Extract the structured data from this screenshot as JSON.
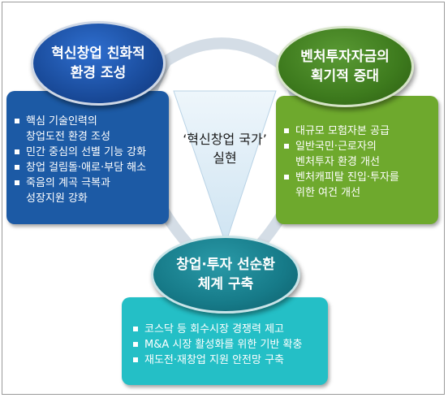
{
  "center": {
    "text": "‘혁신창업 국가’\n실현"
  },
  "nodes": {
    "left": {
      "title": "혁신창업 친화적\n환경 조성",
      "items": [
        "핵심 기술인력의\n창업도전 환경 조성",
        "민간 중심의 선별 기능 강화",
        "창업 걸림돌·애로·부담 해소",
        "죽음의 계곡 극복과\n성장지원 강화"
      ]
    },
    "right": {
      "title": "벤처투자자금의\n획기적 증대",
      "items": [
        "대규모 모험자본 공급",
        "일반국민·근로자의\n벤처투자 환경 개선",
        "벤처캐피탈 진입·투자를\n위한 여건 개선"
      ]
    },
    "bottom": {
      "title": "창업·투자 선순환\n체계 구축",
      "items": [
        "코스닥 등 회수시장 경쟁력 제고",
        "M&A 시장 활성화를 위한 기반 확충",
        "재도전·재창업 지원 안전망 구축"
      ]
    }
  },
  "colors": {
    "left_box": "#1c5aa5",
    "right_box": "#6ea92d",
    "bottom_box": "#24bfc6",
    "left_circle": "#1a4c9c",
    "right_circle": "#3d7a1d",
    "bottom_circle": "#167a88",
    "center_triangle": "#dcecf6"
  }
}
